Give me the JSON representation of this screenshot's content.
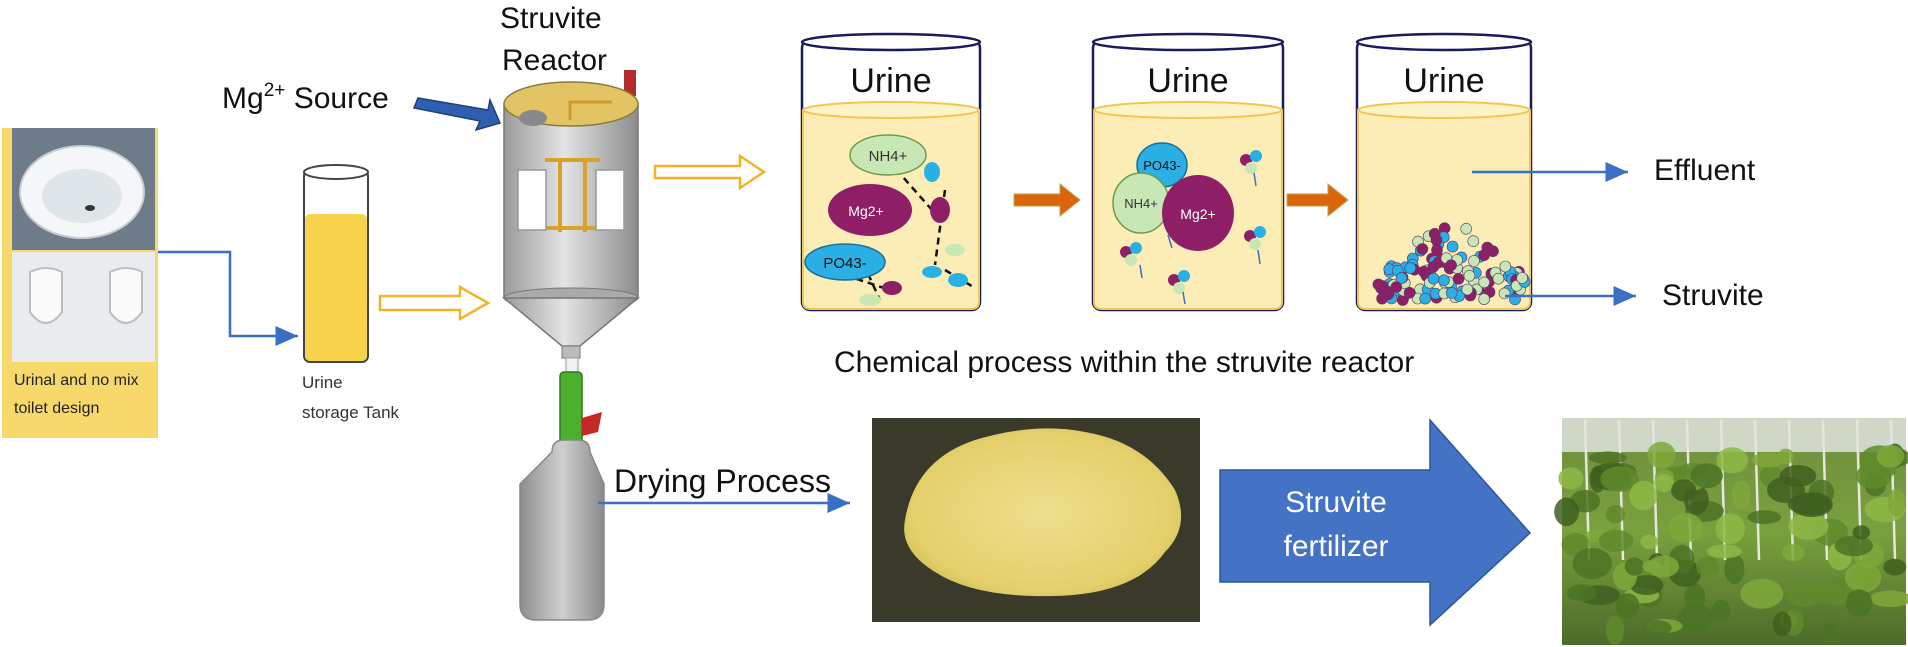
{
  "labels": {
    "toilet_caption_line1": "Urinal and no mix",
    "toilet_caption_line2": "toilet design",
    "tank_caption_line1": "Urine",
    "tank_caption_line2": "storage Tank",
    "reactor_title_line1": "Struvite",
    "reactor_title_line2": "Reactor",
    "mg_source_base": "Mg",
    "mg_source_sup": "2+",
    "mg_source_rest": " Source",
    "beaker_label": "Urine",
    "effluent": "Effluent",
    "struvite": "Struvite",
    "process_caption": "Chemical process within the struvite reactor",
    "drying_process": "Drying Process",
    "fertilizer_line1": "Struvite",
    "fertilizer_line2": "fertilizer"
  },
  "ion_labels": {
    "nh4": "NH4+",
    "mg": "Mg2+",
    "po4": "PO43-"
  },
  "colors": {
    "flow_line": "#3a6fc4",
    "hollow_arrow": "#f0b429",
    "reaction_arrow": "#d9660b",
    "big_arrow": "#4472c4",
    "mg_arrow": "#2f5fb0",
    "urine_liquid": "#fbedb5",
    "tank_liquid": "#f7d44c",
    "beaker_outline": "#1a1a5e",
    "mg_ion": "#8e1f67",
    "nh4_ion": "#c9e7b4",
    "po4_ion": "#2bb0e6",
    "reactor_body": "#c8c8c8",
    "powder": "#e8d679",
    "caption_panel": "#f7d86a"
  }
}
